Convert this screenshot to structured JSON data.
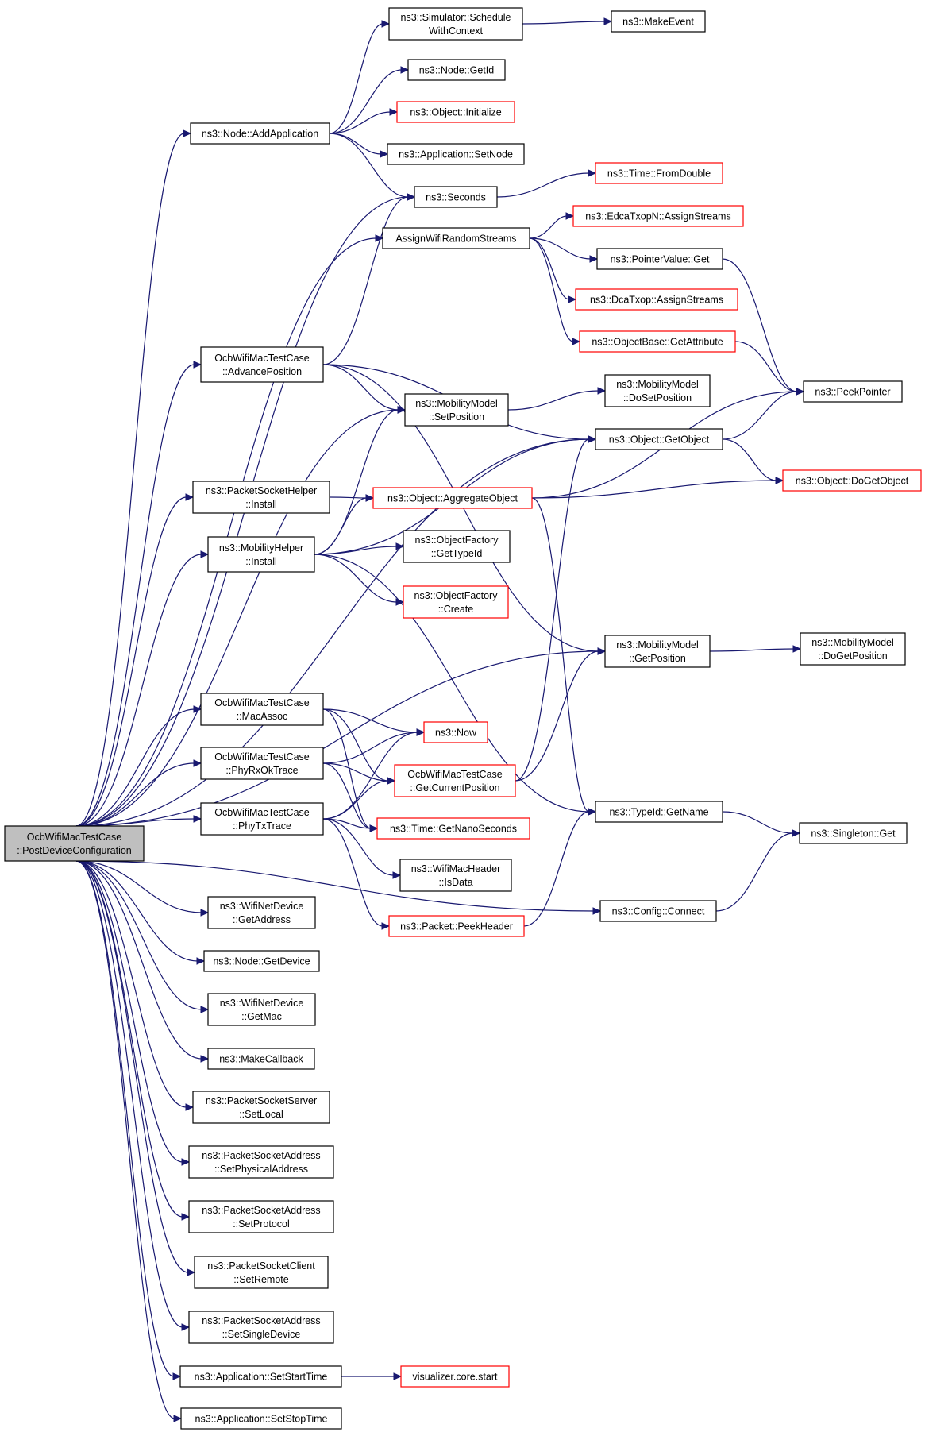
{
  "colors": {
    "edge": "#191970",
    "box_border": "#000000",
    "box_border_red": "#ff0000",
    "root_fill": "#bfbfbf",
    "box_fill": "#ffffff"
  },
  "nodes": [
    {
      "id": "root",
      "lines": [
        "OcbWifiMacTestCase",
        "::PostDeviceConfiguration"
      ],
      "style": "root"
    },
    {
      "id": "addapp",
      "lines": [
        "ns3::Node::AddApplication"
      ],
      "style": "normal"
    },
    {
      "id": "schedule",
      "lines": [
        "ns3::Simulator::Schedule",
        "WithContext"
      ],
      "style": "normal"
    },
    {
      "id": "makeevent",
      "lines": [
        "ns3::MakeEvent"
      ],
      "style": "normal"
    },
    {
      "id": "getid",
      "lines": [
        "ns3::Node::GetId"
      ],
      "style": "normal"
    },
    {
      "id": "initialize",
      "lines": [
        "ns3::Object::Initialize"
      ],
      "style": "red"
    },
    {
      "id": "setnode",
      "lines": [
        "ns3::Application::SetNode"
      ],
      "style": "normal"
    },
    {
      "id": "seconds",
      "lines": [
        "ns3::Seconds"
      ],
      "style": "normal"
    },
    {
      "id": "fromdouble",
      "lines": [
        "ns3::Time::FromDouble"
      ],
      "style": "red"
    },
    {
      "id": "assignwifi",
      "lines": [
        "AssignWifiRandomStreams"
      ],
      "style": "normal"
    },
    {
      "id": "edcaassign",
      "lines": [
        "ns3::EdcaTxopN::AssignStreams"
      ],
      "style": "red"
    },
    {
      "id": "pointerget",
      "lines": [
        "ns3::PointerValue::Get"
      ],
      "style": "normal"
    },
    {
      "id": "dcaassign",
      "lines": [
        "ns3::DcaTxop::AssignStreams"
      ],
      "style": "red"
    },
    {
      "id": "getattribute",
      "lines": [
        "ns3::ObjectBase::GetAttribute"
      ],
      "style": "red"
    },
    {
      "id": "advancepos",
      "lines": [
        "OcbWifiMacTestCase",
        "::AdvancePosition"
      ],
      "style": "normal"
    },
    {
      "id": "mmsetpos",
      "lines": [
        "ns3::MobilityModel",
        "::SetPosition"
      ],
      "style": "normal"
    },
    {
      "id": "mmdosetpos",
      "lines": [
        "ns3::MobilityModel",
        "::DoSetPosition"
      ],
      "style": "normal"
    },
    {
      "id": "peekpointer",
      "lines": [
        "ns3::PeekPointer"
      ],
      "style": "normal"
    },
    {
      "id": "getobject",
      "lines": [
        "ns3::Object::GetObject"
      ],
      "style": "normal"
    },
    {
      "id": "dogetobject",
      "lines": [
        "ns3::Object::DoGetObject"
      ],
      "style": "red"
    },
    {
      "id": "pshinstall",
      "lines": [
        "ns3::PacketSocketHelper",
        "::Install"
      ],
      "style": "normal"
    },
    {
      "id": "aggregate",
      "lines": [
        "ns3::Object::AggregateObject"
      ],
      "style": "red"
    },
    {
      "id": "mhinstall",
      "lines": [
        "ns3::MobilityHelper",
        "::Install"
      ],
      "style": "normal"
    },
    {
      "id": "ofgettypeid",
      "lines": [
        "ns3::ObjectFactory",
        "::GetTypeId"
      ],
      "style": "normal"
    },
    {
      "id": "ofcreate",
      "lines": [
        "ns3::ObjectFactory",
        "::Create"
      ],
      "style": "red"
    },
    {
      "id": "mmgetpos",
      "lines": [
        "ns3::MobilityModel",
        "::GetPosition"
      ],
      "style": "normal"
    },
    {
      "id": "mmdogetpos",
      "lines": [
        "ns3::MobilityModel",
        "::DoGetPosition"
      ],
      "style": "normal"
    },
    {
      "id": "macassoc",
      "lines": [
        "OcbWifiMacTestCase",
        "::MacAssoc"
      ],
      "style": "normal"
    },
    {
      "id": "now",
      "lines": [
        "ns3::Now"
      ],
      "style": "red"
    },
    {
      "id": "phyrxok",
      "lines": [
        "OcbWifiMacTestCase",
        "::PhyRxOkTrace"
      ],
      "style": "normal"
    },
    {
      "id": "getcurpos",
      "lines": [
        "OcbWifiMacTestCase",
        "::GetCurrentPosition"
      ],
      "style": "red"
    },
    {
      "id": "phytx",
      "lines": [
        "OcbWifiMacTestCase",
        "::PhyTxTrace"
      ],
      "style": "normal"
    },
    {
      "id": "getnanosec",
      "lines": [
        "ns3::Time::GetNanoSeconds"
      ],
      "style": "red"
    },
    {
      "id": "typeidgetname",
      "lines": [
        "ns3::TypeId::GetName"
      ],
      "style": "normal"
    },
    {
      "id": "singletonget",
      "lines": [
        "ns3::Singleton::Get"
      ],
      "style": "normal"
    },
    {
      "id": "isdata",
      "lines": [
        "ns3::WifiMacHeader",
        "::IsData"
      ],
      "style": "normal"
    },
    {
      "id": "peekheader",
      "lines": [
        "ns3::Packet::PeekHeader"
      ],
      "style": "red"
    },
    {
      "id": "configconnect",
      "lines": [
        "ns3::Config::Connect"
      ],
      "style": "normal"
    },
    {
      "id": "getaddress",
      "lines": [
        "ns3::WifiNetDevice",
        "::GetAddress"
      ],
      "style": "normal"
    },
    {
      "id": "getdevice",
      "lines": [
        "ns3::Node::GetDevice"
      ],
      "style": "normal"
    },
    {
      "id": "getmac",
      "lines": [
        "ns3::WifiNetDevice",
        "::GetMac"
      ],
      "style": "normal"
    },
    {
      "id": "makecallback",
      "lines": [
        "ns3::MakeCallback"
      ],
      "style": "normal"
    },
    {
      "id": "pssetlocal",
      "lines": [
        "ns3::PacketSocketServer",
        "::SetLocal"
      ],
      "style": "normal"
    },
    {
      "id": "pssetphys",
      "lines": [
        "ns3::PacketSocketAddress",
        "::SetPhysicalAddress"
      ],
      "style": "normal"
    },
    {
      "id": "pssetproto",
      "lines": [
        "ns3::PacketSocketAddress",
        "::SetProtocol"
      ],
      "style": "normal"
    },
    {
      "id": "pcsetremote",
      "lines": [
        "ns3::PacketSocketClient",
        "::SetRemote"
      ],
      "style": "normal"
    },
    {
      "id": "pssetsingle",
      "lines": [
        "ns3::PacketSocketAddress",
        "::SetSingleDevice"
      ],
      "style": "normal"
    },
    {
      "id": "setstart",
      "lines": [
        "ns3::Application::SetStartTime"
      ],
      "style": "normal"
    },
    {
      "id": "vizstart",
      "lines": [
        "visualizer.core.start"
      ],
      "style": "red"
    },
    {
      "id": "setstop",
      "lines": [
        "ns3::Application::SetStopTime"
      ],
      "style": "normal"
    }
  ],
  "edges": [
    [
      "root",
      "addapp"
    ],
    [
      "root",
      "seconds"
    ],
    [
      "root",
      "assignwifi"
    ],
    [
      "root",
      "getobject"
    ],
    [
      "root",
      "advancepos"
    ],
    [
      "root",
      "mmsetpos"
    ],
    [
      "root",
      "pshinstall"
    ],
    [
      "root",
      "mhinstall"
    ],
    [
      "root",
      "mmgetpos"
    ],
    [
      "root",
      "macassoc"
    ],
    [
      "root",
      "phyrxok"
    ],
    [
      "root",
      "phytx"
    ],
    [
      "root",
      "configconnect"
    ],
    [
      "root",
      "getaddress"
    ],
    [
      "root",
      "getdevice"
    ],
    [
      "root",
      "getmac"
    ],
    [
      "root",
      "makecallback"
    ],
    [
      "root",
      "pssetlocal"
    ],
    [
      "root",
      "pssetphys"
    ],
    [
      "root",
      "pssetproto"
    ],
    [
      "root",
      "pcsetremote"
    ],
    [
      "root",
      "pssetsingle"
    ],
    [
      "root",
      "setstart"
    ],
    [
      "root",
      "setstop"
    ],
    [
      "addapp",
      "schedule"
    ],
    [
      "addapp",
      "getid"
    ],
    [
      "addapp",
      "initialize"
    ],
    [
      "addapp",
      "setnode"
    ],
    [
      "addapp",
      "seconds"
    ],
    [
      "schedule",
      "makeevent"
    ],
    [
      "seconds",
      "fromdouble"
    ],
    [
      "assignwifi",
      "edcaassign"
    ],
    [
      "assignwifi",
      "pointerget"
    ],
    [
      "assignwifi",
      "dcaassign"
    ],
    [
      "assignwifi",
      "getattribute"
    ],
    [
      "pointerget",
      "peekpointer"
    ],
    [
      "getattribute",
      "peekpointer"
    ],
    [
      "advancepos",
      "seconds"
    ],
    [
      "advancepos",
      "mmsetpos"
    ],
    [
      "advancepos",
      "getobject"
    ],
    [
      "advancepos",
      "mmgetpos"
    ],
    [
      "mmsetpos",
      "mmdosetpos"
    ],
    [
      "getobject",
      "peekpointer"
    ],
    [
      "getobject",
      "dogetobject"
    ],
    [
      "pshinstall",
      "aggregate"
    ],
    [
      "aggregate",
      "peekpointer"
    ],
    [
      "aggregate",
      "dogetobject"
    ],
    [
      "aggregate",
      "typeidgetname"
    ],
    [
      "mhinstall",
      "mmsetpos"
    ],
    [
      "mhinstall",
      "getobject"
    ],
    [
      "mhinstall",
      "aggregate"
    ],
    [
      "mhinstall",
      "ofgettypeid"
    ],
    [
      "mhinstall",
      "ofcreate"
    ],
    [
      "mhinstall",
      "typeidgetname"
    ],
    [
      "mmgetpos",
      "mmdogetpos"
    ],
    [
      "macassoc",
      "now"
    ],
    [
      "macassoc",
      "getcurpos"
    ],
    [
      "macassoc",
      "getnanosec"
    ],
    [
      "phyrxok",
      "now"
    ],
    [
      "phyrxok",
      "getcurpos"
    ],
    [
      "phyrxok",
      "getnanosec"
    ],
    [
      "phytx",
      "now"
    ],
    [
      "phytx",
      "getcurpos"
    ],
    [
      "phytx",
      "getnanosec"
    ],
    [
      "phytx",
      "isdata"
    ],
    [
      "phytx",
      "peekheader"
    ],
    [
      "getcurpos",
      "getobject"
    ],
    [
      "getcurpos",
      "mmgetpos"
    ],
    [
      "typeidgetname",
      "singletonget"
    ],
    [
      "peekheader",
      "typeidgetname"
    ],
    [
      "configconnect",
      "singletonget"
    ],
    [
      "setstart",
      "vizstart"
    ]
  ]
}
